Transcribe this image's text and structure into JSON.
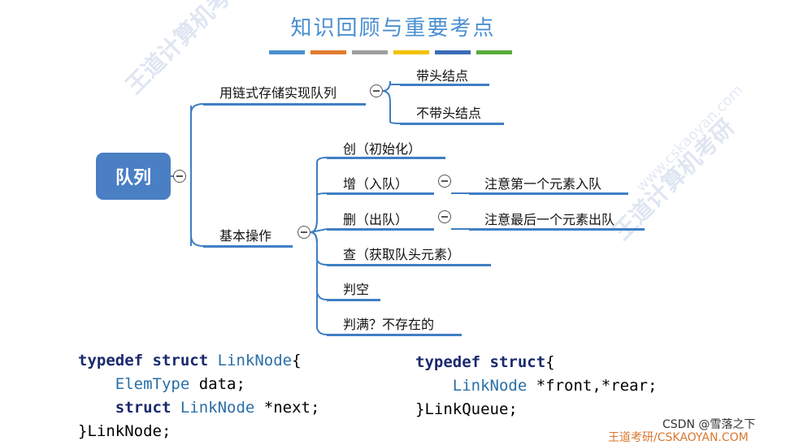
{
  "title": "知识回顾与重要考点",
  "stripe_colors": [
    "#4a8fd0",
    "#e07a2e",
    "#9e9e9e",
    "#f2c200",
    "#3b6cb7",
    "#5aaa3c"
  ],
  "root": "队列",
  "branch1": {
    "label": "用链式存储实现队列",
    "children": [
      "带头结点",
      "不带头结点"
    ]
  },
  "branch2": {
    "label": "基本操作",
    "children": [
      {
        "label": "创（初始化）"
      },
      {
        "label": "增（入队）",
        "note": "注意第一个元素入队"
      },
      {
        "label": "删（出队）",
        "note": "注意最后一个元素出队"
      },
      {
        "label": "查（获取队头元素）"
      },
      {
        "label": "判空"
      },
      {
        "label": "判满？不存在的"
      }
    ]
  },
  "code_left": {
    "l1_kw": "typedef struct ",
    "l1_ty": "LinkNode",
    "l1_end": "{",
    "l2_ty": "ElemType ",
    "l2_field": "data;",
    "l3_kw": "struct ",
    "l3_ty": "LinkNode ",
    "l3_field": "*next;",
    "l4": "}LinkNode;"
  },
  "code_right": {
    "l1_kw": "typedef struct",
    "l1_end": "{",
    "l2_ty": "LinkNode ",
    "l2_field": "*front,*rear;",
    "l3": "}LinkQueue;"
  },
  "watermarks": {
    "brand": "王道计算机考研",
    "site": "www.cskaoyan.com",
    "footer": "王道考研/CSKAOYAN.COM"
  },
  "credit": "CSDN @雪落之下"
}
